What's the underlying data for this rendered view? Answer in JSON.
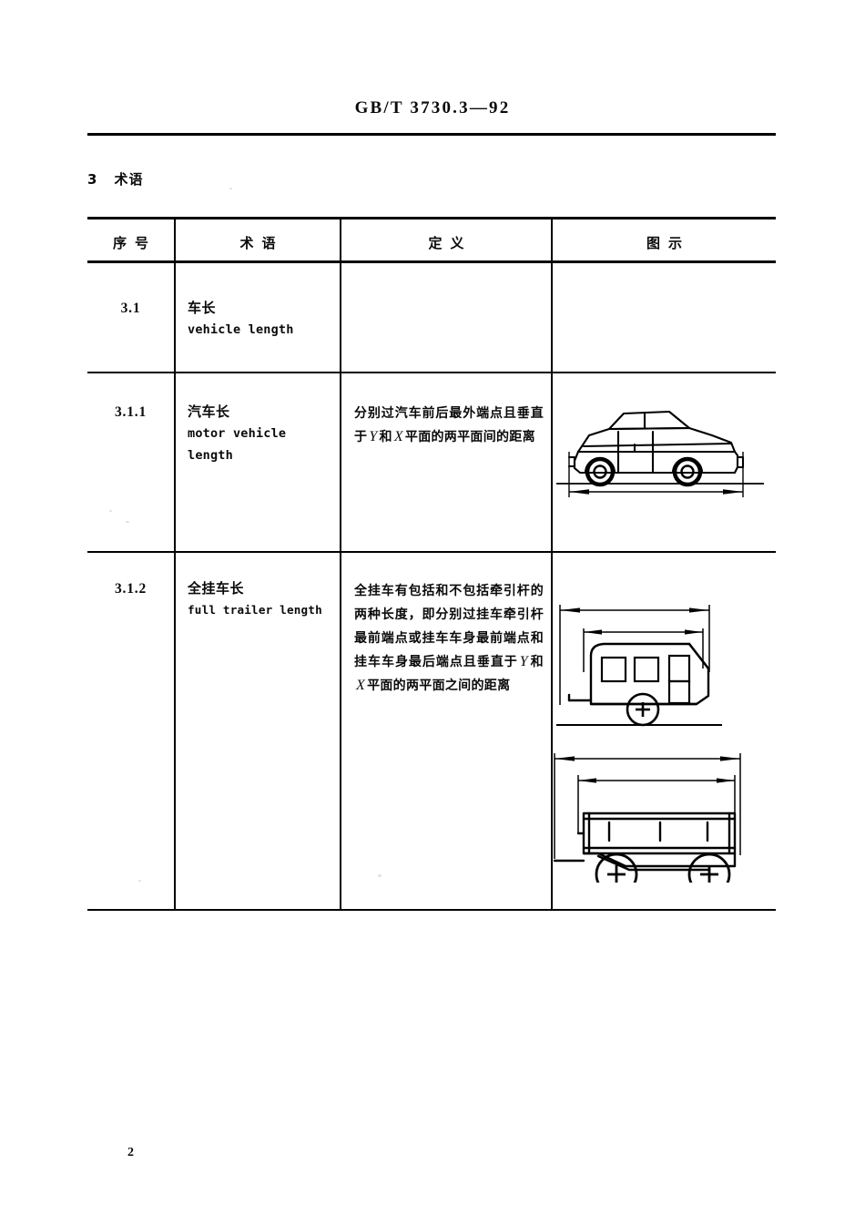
{
  "page": {
    "standard_number": "GB/T 3730.3—92",
    "page_number": "2"
  },
  "section": {
    "number": "3",
    "title": "术语"
  },
  "table": {
    "headers": {
      "no": "序号",
      "term": "术语",
      "definition": "定义",
      "illustration": "图示"
    },
    "rows": [
      {
        "no": "3.1",
        "term_zh": "车长",
        "term_en": "vehicle length",
        "definition_parts": [],
        "definition_plain": "",
        "figures": []
      },
      {
        "no": "3.1.1",
        "term_zh": "汽车长",
        "term_en_line1": "motor  vehicle",
        "term_en_line2": "length",
        "definition_plain": "分别过汽车前后最外端点且垂直于Y和X平面的两平面间的距离",
        "definition_parts": [
          {
            "t": "分别过汽车前后最外端点且垂直于",
            "v": false
          },
          {
            "t": "Y",
            "v": true
          },
          {
            "t": "和",
            "v": false
          },
          {
            "t": "X",
            "v": true
          },
          {
            "t": "平面的两平面间的距离",
            "v": false
          }
        ],
        "figures": [
          {
            "name": "sedan-side-view-with-length-dimension"
          }
        ]
      },
      {
        "no": "3.1.2",
        "term_zh": "全挂车长",
        "term_en": "full trailer length",
        "definition_plain": "全挂车有包括和不包括牵引杆的两种长度，即分别过挂车牵引杆最前端点或挂车车身最前端点和挂车车身最后端点且垂直于Y和X平面的两平面之间的距离",
        "definition_parts": [
          {
            "t": "全挂车有包括和不包括牵引杆的两种长度，即分别过挂车牵引杆最前端点或挂车车身最前端点和挂车车身最后端点且垂直于",
            "v": false
          },
          {
            "t": "Y",
            "v": true
          },
          {
            "t": "和",
            "v": false
          },
          {
            "t": "X",
            "v": true
          },
          {
            "t": "平面的两平面之间的距离",
            "v": false
          }
        ],
        "figures": [
          {
            "name": "caravan-trailer-side-view-with-two-length-dimensions"
          },
          {
            "name": "flatbed-drawbar-trailer-side-view-with-two-length-dimensions"
          }
        ]
      }
    ]
  },
  "colors": {
    "ink": "#0a0a0a",
    "paper": "#ffffff"
  }
}
